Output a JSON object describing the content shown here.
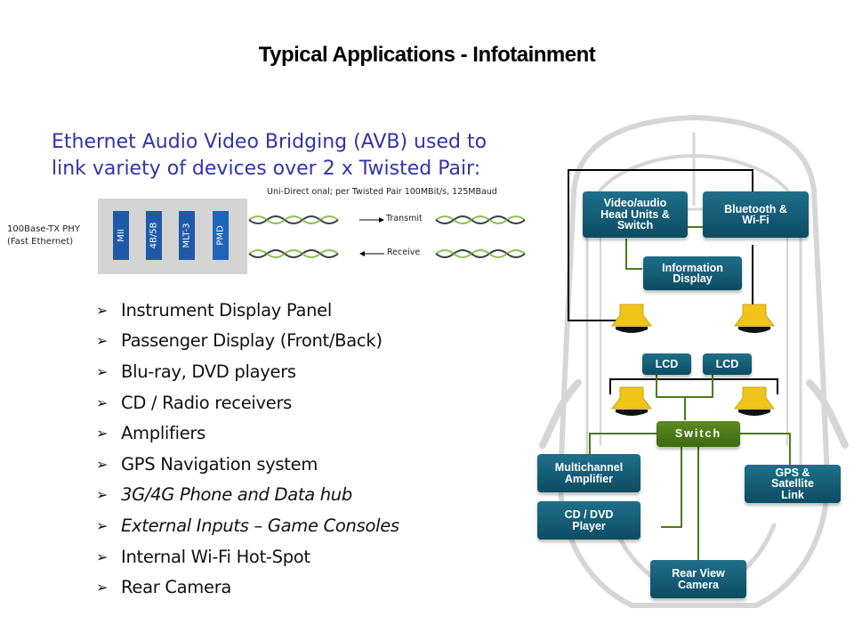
{
  "title": "Typical Applications - Infotainment",
  "subtitle": "Ethernet Audio Video Bridging (AVB) used to link variety of devices over 2 x Twisted Pair:",
  "phy": {
    "label_line1": "100Base-TX PHY",
    "label_line2": "(Fast Ethernet)",
    "blocks": [
      "MII",
      "4B/5B",
      "MLT-3",
      "PMD"
    ],
    "caption": "Uni-Direct onal; per Twisted Pair 100MBit/s, 125MBaud",
    "transmit_label": "Transmit",
    "receive_label": "Receive"
  },
  "bullets": [
    {
      "text": "Instrument Display Panel",
      "italic": false
    },
    {
      "text": "Passenger Display (Front/Back)",
      "italic": false
    },
    {
      "text": "Blu-ray, DVD players",
      "italic": false
    },
    {
      "text": "CD / Radio receivers",
      "italic": false
    },
    {
      "text": "Amplifiers",
      "italic": false
    },
    {
      "text": "GPS Navigation system",
      "italic": false
    },
    {
      "text": "3G/4G Phone and Data hub",
      "italic": true
    },
    {
      "text": "External Inputs – Game Consoles",
      "italic": true
    },
    {
      "text": "Internal Wi-Fi Hot-Spot",
      "italic": false
    },
    {
      "text": "Rear Camera",
      "italic": false
    }
  ],
  "diagram": {
    "nodes": {
      "head_unit": "Video/audio\nHead Units &\nSwitch",
      "bluetooth": "Bluetooth &\nWi-Fi",
      "info_display": "Information\nDisplay",
      "lcd_left": "LCD",
      "lcd_right": "LCD",
      "switch": "Switch",
      "amplifier": "Multichannel\nAmplifier",
      "cd_dvd": "CD / DVD\nPlayer",
      "gps": "GPS &\nSatellite\nLink",
      "rear_camera": "Rear View\nCamera"
    },
    "colors": {
      "node": "#14607a",
      "switch": "#4e7a18",
      "wire_green": "#4e7a18",
      "wire_black": "#000000",
      "speaker": "#f0c419",
      "car_outline": "#d6d6d6"
    }
  },
  "colors": {
    "subtitle": "#3333aa",
    "phy_block": "#1e5aa8",
    "phy_box": "#d4d4d4",
    "twist_green": "#8cc152",
    "twist_dark": "#3a3f44"
  }
}
